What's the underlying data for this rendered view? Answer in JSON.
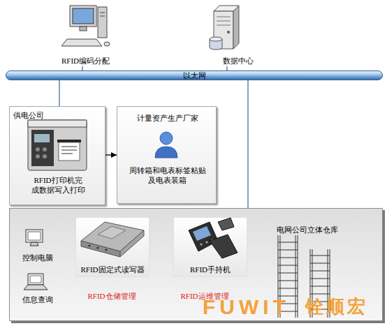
{
  "diagram": {
    "nodes": [
      {
        "text": [
          "RFID编码分配"
        ]
      },
      {
        "text": [
          "数据中心"
        ]
      },
      {
        "text": [
          "以太网"
        ]
      },
      {
        "text": [
          "供电公司",
          "RFID打印机完成数据写入打印"
        ]
      },
      {
        "text": [
          "计量资产生产厂家",
          "周转箱和电表标签粘贴及电表装箱"
        ]
      },
      {
        "text": [
          "电网公司立体仓库"
        ]
      },
      {
        "text": [
          "控制电脑"
        ],
        "in": 5
      },
      {
        "text": [
          "信息查询"
        ],
        "in": 5
      },
      {
        "text": [
          "RFID固定式读写器"
        ],
        "in": 5
      },
      {
        "text": [
          "RFID手持机"
        ],
        "in": 5
      }
    ],
    "edges": [
      {
        "from": 0,
        "to": 2,
        "arrow": "none"
      },
      {
        "from": 1,
        "to": 2,
        "arrow": "none"
      },
      {
        "from": 2,
        "to": 3,
        "arrow": "none"
      },
      {
        "from": 2,
        "to": 5,
        "arrow": "none"
      },
      {
        "from": 3,
        "to": 4,
        "arrow": "to"
      }
    ],
    "labels": [
      "RFID仓储管理",
      "RFID运维管理",
      "FUWIT",
      "铨顺宏"
    ]
  }
}
